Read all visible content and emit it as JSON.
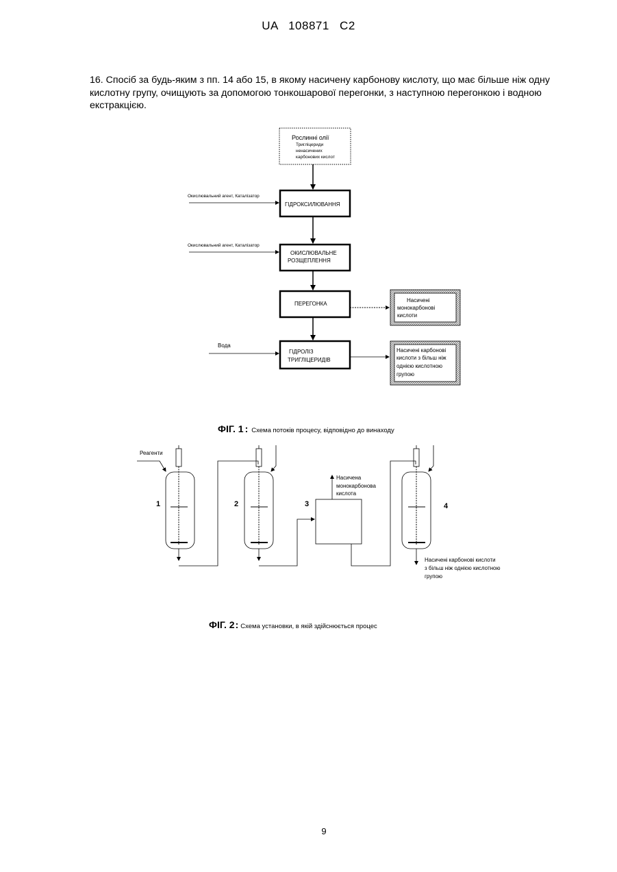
{
  "header": {
    "text": "UA   108871   C2"
  },
  "claim": {
    "text": "16. Спосіб за будь-яким з пп. 14 або 15, в якому насичену карбонову кислоту, що має більше ніж одну кислотну групу, очищують за допомогою тонкошарової перегонки, з наступною перегонкою і водною екстракцією."
  },
  "fig1": {
    "source_box": {
      "line1": "Рослинні олії",
      "line2": "Тригліцериди",
      "line3": "ненасичених",
      "line4": "карбонових кислот"
    },
    "step1": {
      "label": "ГІДРОКСИЛЮВАННЯ",
      "input": "Окислювальний агент, Каталізатор"
    },
    "step2": {
      "line1": "ОКИСЛЮВАЛЬНЕ",
      "line2": "РОЗЩЕПЛЕННЯ",
      "input": "Окислювальний агент, Каталізатор"
    },
    "step3": {
      "label": "ПЕРЕГОНКА"
    },
    "step4": {
      "line1": "ГІДРОЛІЗ",
      "line2": "ТРИГЛІЦЕРИДІВ",
      "input": "Вода"
    },
    "output1": {
      "line1": "Насичені",
      "line2": "монокарбонові",
      "line3": "кислоти"
    },
    "output2": {
      "line1": "Насичені карбонові",
      "line2": "кислоти з більш ніж",
      "line3": "однією кислотною",
      "line4": "групою"
    },
    "caption": {
      "label": "ФІГ. 1",
      "colon": ":",
      "text": "Схема потоків процесу, відповідно до винаходу"
    }
  },
  "fig2": {
    "reagents": "Реагенти",
    "numbers": [
      "1",
      "2",
      "3",
      "4"
    ],
    "out1": {
      "line1": "Насичена",
      "line2": "монокарбонова",
      "line3": "кислота"
    },
    "out2": {
      "line1": "Насичені карбонові кислоти",
      "line2": "з більш ніж однією кислотною",
      "line3": "групою"
    },
    "caption": {
      "label": "ФІГ. 2",
      "colon": ":",
      "text": "Схема установки, в якій здійснюється процес"
    }
  },
  "page_number": "9"
}
